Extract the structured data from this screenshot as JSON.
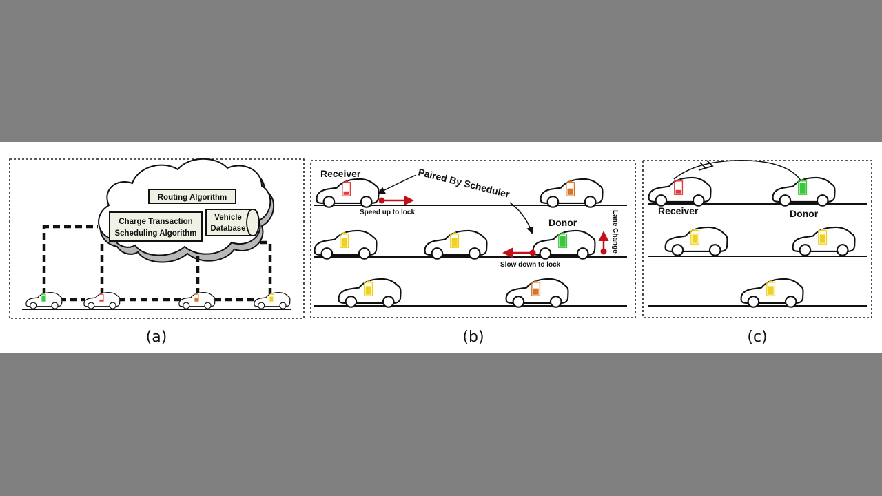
{
  "colors": {
    "background": "#808080",
    "figure": "#ffffff",
    "battery_green": "#3cc63c",
    "battery_red": "#e23a3a",
    "battery_orange": "#d8742a",
    "battery_yellow": "#f0d020",
    "arrow_red": "#c0101a"
  },
  "panel_a": {
    "caption": "(a)",
    "cloud": {
      "routing_label": "Routing Algorithm",
      "scheduling_line1": "Charge Transaction",
      "scheduling_line2": "Scheduling Algorithm",
      "database_line1": "Vehicle",
      "database_line2": "Database"
    },
    "cars": [
      {
        "battery": "green"
      },
      {
        "battery": "red"
      },
      {
        "battery": "orange"
      },
      {
        "battery": "yellow"
      }
    ]
  },
  "panel_b": {
    "caption": "(b)",
    "receiver_label": "Receiver",
    "donor_label": "Donor",
    "paired_label": "Paired By Scheduler",
    "speed_up_label": "Speed up to lock",
    "slow_down_label": "Slow down to lock",
    "lane_change_label": "Lane Change",
    "cars": [
      {
        "battery": "red",
        "role": "receiver"
      },
      {
        "battery": "orange"
      },
      {
        "battery": "yellow"
      },
      {
        "battery": "yellow"
      },
      {
        "battery": "green",
        "role": "donor"
      },
      {
        "battery": "yellow"
      },
      {
        "battery": "orange"
      }
    ]
  },
  "panel_c": {
    "caption": "(c)",
    "receiver_label": "Receiver",
    "donor_label": "Donor",
    "cars": [
      {
        "battery": "red",
        "role": "receiver"
      },
      {
        "battery": "green",
        "role": "donor"
      },
      {
        "battery": "yellow"
      },
      {
        "battery": "yellow"
      },
      {
        "battery": "yellow"
      }
    ]
  }
}
